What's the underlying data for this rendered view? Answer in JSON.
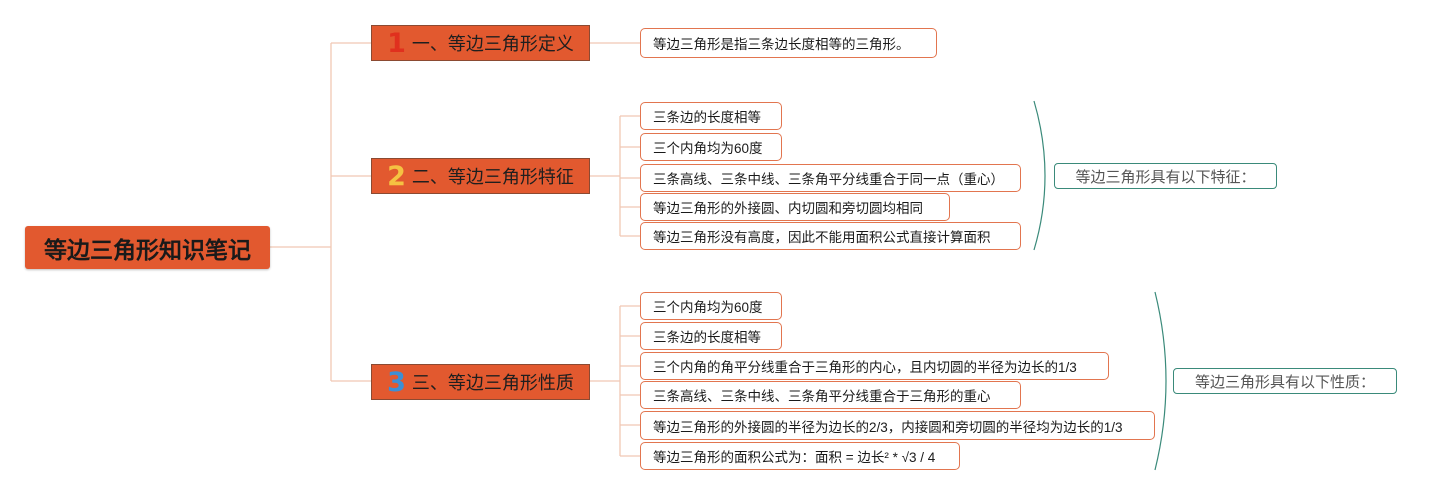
{
  "root": {
    "label": "等边三角形知识笔记"
  },
  "colors": {
    "accent": "#e2592f",
    "line": "#f0c8b4",
    "bracket": "#3a8a7a",
    "num1": "#e0301e",
    "num2": "#f5c242",
    "num3": "#3d8fd4"
  },
  "branches": [
    {
      "num": "1",
      "label": "一、等边三角形定义",
      "items": [
        "等边三角形是指三条边长度相等的三角形。"
      ],
      "summary": ""
    },
    {
      "num": "2",
      "label": "二、等边三角形特征",
      "items": [
        "三条边的长度相等",
        "三个内角均为60度",
        "三条高线、三条中线、三条角平分线重合于同一点（重心）",
        "等边三角形的外接圆、内切圆和旁切圆均相同",
        "等边三角形没有高度，因此不能用面积公式直接计算面积"
      ],
      "summary": "等边三角形具有以下特征："
    },
    {
      "num": "3",
      "label": "三、等边三角形性质",
      "items": [
        "三个内角均为60度",
        "三条边的长度相等",
        "三个内角的角平分线重合于三角形的内心，且内切圆的半径为边长的1/3",
        "三条高线、三条中线、三条角平分线重合于三角形的重心",
        "等边三角形的外接圆的半径为边长的2/3，内接圆和旁切圆的半径均为边长的1/3",
        "等边三角形的面积公式为：面积 = 边长² * √3 / 4"
      ],
      "summary": "等边三角形具有以下性质："
    }
  ]
}
